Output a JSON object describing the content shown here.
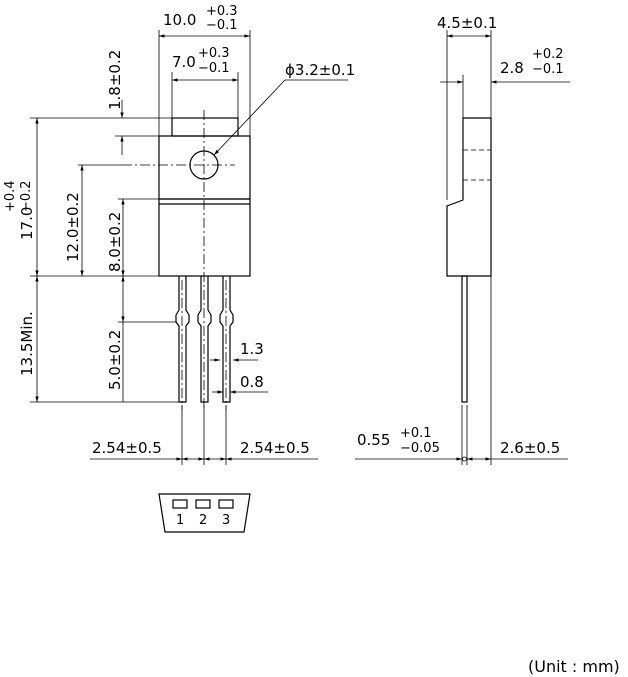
{
  "dimensions": {
    "width_total": "10.0",
    "width_total_tol_plus": "+0.3",
    "width_total_tol_minus": "−0.1",
    "hole_pitch": "7.0",
    "hole_pitch_tol_plus": "+0.3",
    "hole_pitch_tol_minus": "−0.1",
    "hole_diameter": "ϕ3.2±0.1",
    "thickness": "4.5±0.1",
    "tab_thickness": "2.8",
    "tab_thickness_tol_plus": "+0.2",
    "tab_thickness_tol_minus": "−0.1",
    "tab_top": "1.8±0.2",
    "body_height": "17.0",
    "body_height_tol_plus": "+0.4",
    "body_height_tol_minus": "−0.2",
    "hole_to_bottom": "12.0±0.2",
    "mold_height": "8.0±0.2",
    "lead_length": "13.5Min.",
    "lead_shoulder": "5.0±0.2",
    "lead_width_wide": "1.3",
    "lead_width_narrow": "0.8",
    "pitch_left": "2.54±0.5",
    "pitch_right": "2.54±0.5",
    "lead_thickness": "0.55",
    "lead_thickness_tol_plus": "+0.1",
    "lead_thickness_tol_minus": "−0.05",
    "lead_offset": "2.6±0.5"
  },
  "pins": [
    "1",
    "2",
    "3"
  ],
  "unit_note": "(Unit : mm)"
}
